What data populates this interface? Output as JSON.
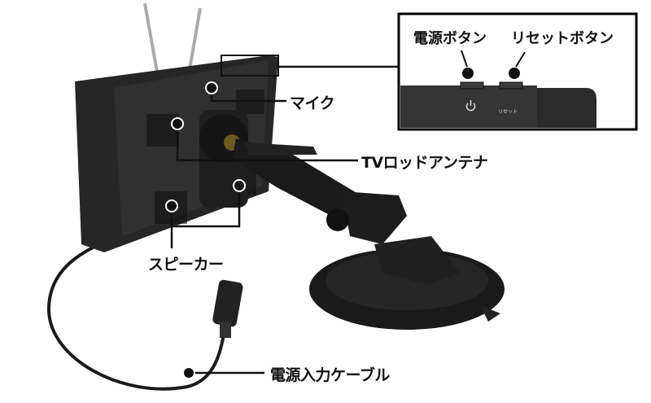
{
  "labels": {
    "mic": "マイク",
    "tv_antenna": "TVロッドアンテナ",
    "speaker": "スピーカー",
    "power_cable": "電源入力ケーブル"
  },
  "inset": {
    "power_button": "電源ボタン",
    "reset_button": "リセットボタン",
    "device_reset_print": "リセット"
  },
  "colors": {
    "leader": "#111111",
    "device": "#2a2a2a",
    "frame": "#000000"
  }
}
